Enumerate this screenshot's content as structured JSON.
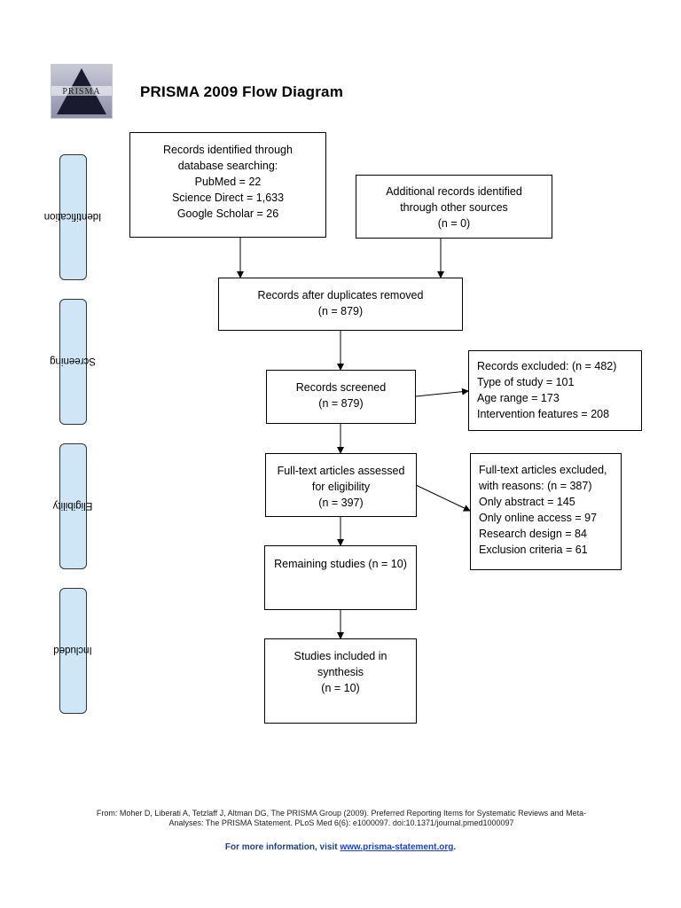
{
  "header": {
    "logo_text": "PRISMA",
    "title": "PRISMA 2009 Flow Diagram"
  },
  "phases": {
    "identification": "Identification",
    "screening": "Screening",
    "eligibility": "Eligibility",
    "included": "Included"
  },
  "boxes": {
    "database": [
      "Records identified through",
      "database searching:",
      "PubMed = 22",
      "Science Direct = 1,633",
      "Google Scholar = 26"
    ],
    "other_sources": [
      "Additional records identified",
      "through other sources",
      "(n = 0)"
    ],
    "duplicates_removed": [
      "Records after duplicates removed",
      "(n = 879)"
    ],
    "screened": [
      "Records screened",
      "(n = 879)"
    ],
    "excluded": [
      "Records excluded: (n = 482)",
      "Type of study = 101",
      "Age range = 173",
      "Intervention features = 208"
    ],
    "fulltext_assessed": [
      "Full-text articles assessed",
      "for eligibility",
      "(n = 397)"
    ],
    "fulltext_excluded": [
      "Full-text articles excluded,",
      "with reasons: (n = 387)",
      "Only abstract = 145",
      "Only online access = 97",
      "Research design = 84",
      "Exclusion criteria = 61"
    ],
    "remaining": [
      "Remaining studies (n = 10)"
    ],
    "included": [
      "Studies included in",
      "synthesis",
      "(n = 10)"
    ]
  },
  "footer": {
    "citation_line1": "From:  Moher D, Liberati A, Tetzlaff J, Altman DG, The PRISMA Group (2009). Preferred Reporting Items for Systematic Reviews and Meta-",
    "citation_line2": "Analyses: The PRISMA Statement. PLoS Med 6(6): e1000097. doi:10.1371/journal.pmed1000097",
    "more_info_prefix": "For more information, visit ",
    "more_info_link": "www.prisma-statement.org",
    "more_info_suffix": "."
  }
}
